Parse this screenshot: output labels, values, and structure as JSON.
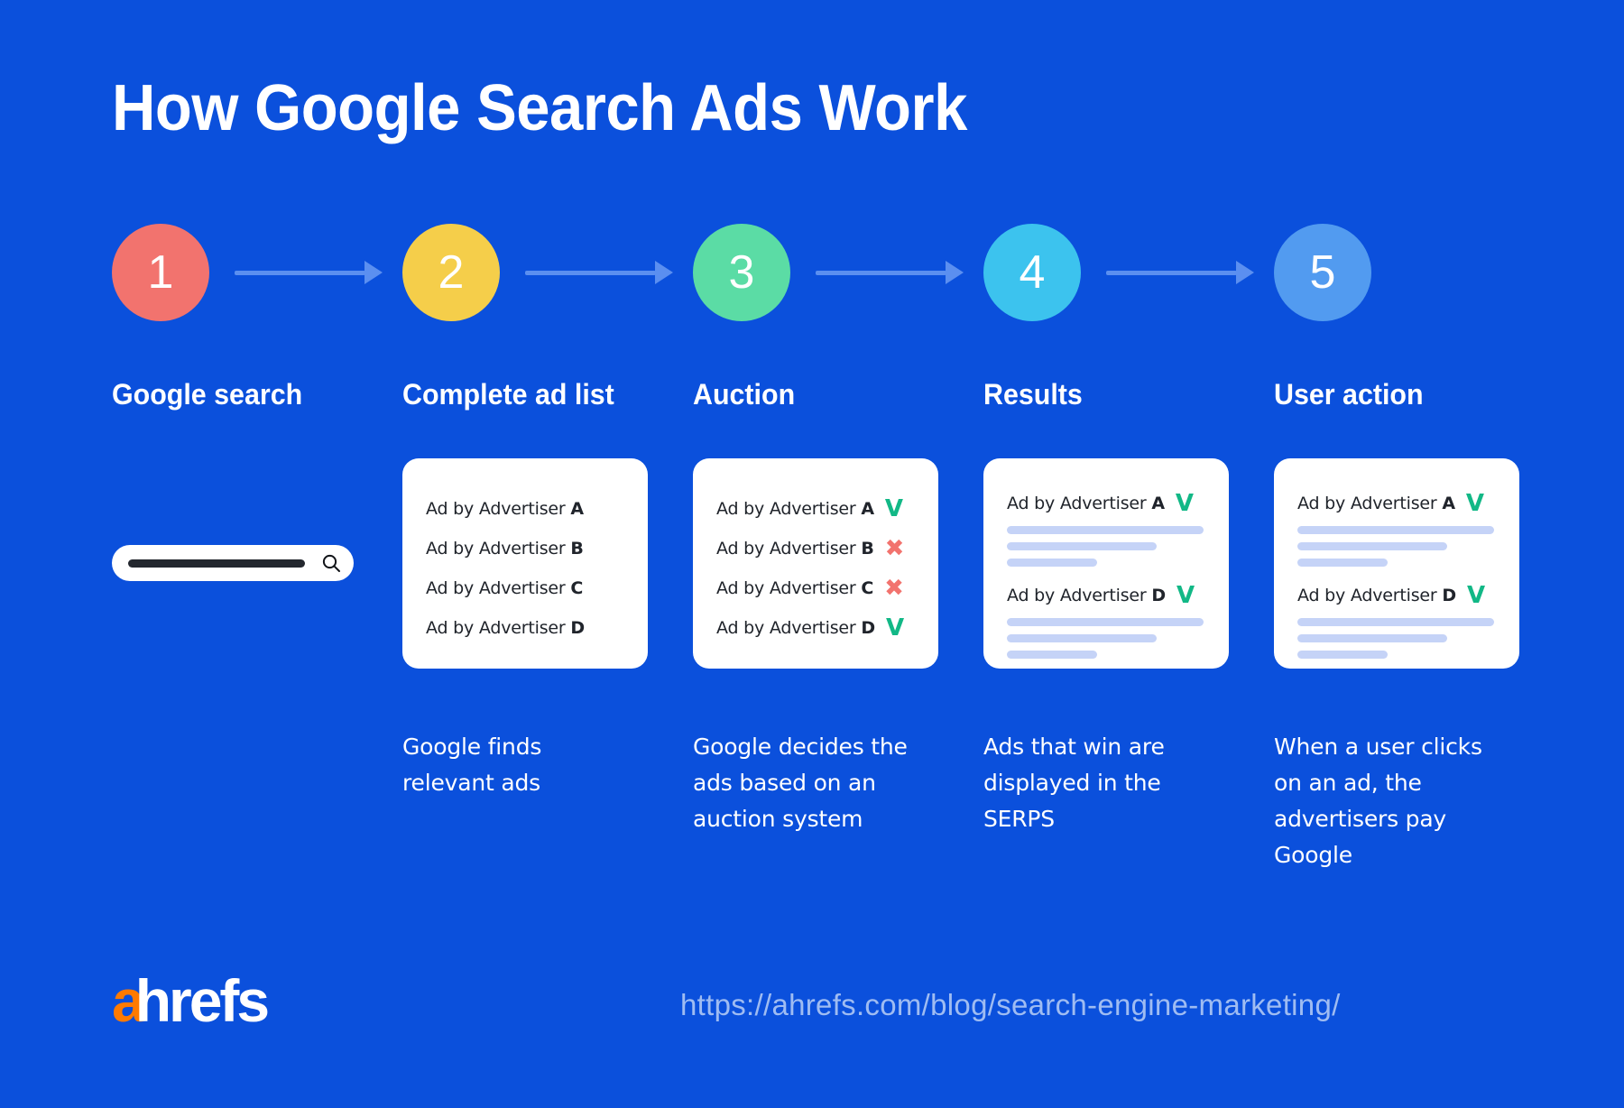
{
  "page": {
    "title": "How Google Search Ads Work",
    "background_color": "#0B50DC"
  },
  "steps": [
    {
      "number": "1",
      "label": "Google search",
      "color": "#F2736E"
    },
    {
      "number": "2",
      "label": "Complete ad list",
      "color": "#F5CE4A"
    },
    {
      "number": "3",
      "label": "Auction",
      "color": "#5BDCA5"
    },
    {
      "number": "4",
      "label": "Results",
      "color": "#3CC3EE"
    },
    {
      "number": "5",
      "label": "User action",
      "color": "#529BF0"
    }
  ],
  "arrow_color": "#5B8FF0",
  "search": {
    "typed_query_placeholder": "",
    "icon": "search-icon"
  },
  "cards": {
    "complete_ad_list": {
      "rows": [
        {
          "text_prefix": "Ad by Advertiser ",
          "advertiser": "A",
          "mark": ""
        },
        {
          "text_prefix": "Ad by Advertiser ",
          "advertiser": "B",
          "mark": ""
        },
        {
          "text_prefix": "Ad by Advertiser ",
          "advertiser": "C",
          "mark": ""
        },
        {
          "text_prefix": "Ad by Advertiser ",
          "advertiser": "D",
          "mark": ""
        }
      ]
    },
    "auction": {
      "rows": [
        {
          "text_prefix": "Ad by Advertiser ",
          "advertiser": "A",
          "mark": "check",
          "mark_glyph": "V"
        },
        {
          "text_prefix": "Ad by Advertiser ",
          "advertiser": "B",
          "mark": "cross",
          "mark_glyph": "✖"
        },
        {
          "text_prefix": "Ad by Advertiser ",
          "advertiser": "C",
          "mark": "cross",
          "mark_glyph": "✖"
        },
        {
          "text_prefix": "Ad by Advertiser ",
          "advertiser": "D",
          "mark": "check",
          "mark_glyph": "V"
        }
      ]
    },
    "results": {
      "blocks": [
        {
          "text_prefix": "Ad by Advertiser ",
          "advertiser": "A",
          "mark": "check",
          "mark_glyph": "V"
        },
        {
          "text_prefix": "Ad by Advertiser ",
          "advertiser": "D",
          "mark": "check",
          "mark_glyph": "V"
        }
      ]
    },
    "user_action": {
      "blocks": [
        {
          "text_prefix": "Ad by Advertiser ",
          "advertiser": "A",
          "mark": "check",
          "mark_glyph": "V"
        },
        {
          "text_prefix": "Ad by Advertiser ",
          "advertiser": "D",
          "mark": "check",
          "mark_glyph": "V"
        }
      ]
    }
  },
  "descriptions": [
    "",
    "Google finds relevant ads",
    "Google decides the ads based on an auction system",
    "Ads that win are displayed in the SERPS",
    "When a user clicks on an ad, the advertisers pay Google"
  ],
  "footer": {
    "logo_a": "a",
    "logo_rest": "hrefs",
    "url": "https://ahrefs.com/blog/search-engine-marketing/"
  },
  "colors": {
    "check": "#12B886",
    "cross": "#F2736E",
    "skeleton": "#C5D3F7",
    "url_text": "#9FBCF2",
    "logo_accent": "#FF7A00"
  }
}
